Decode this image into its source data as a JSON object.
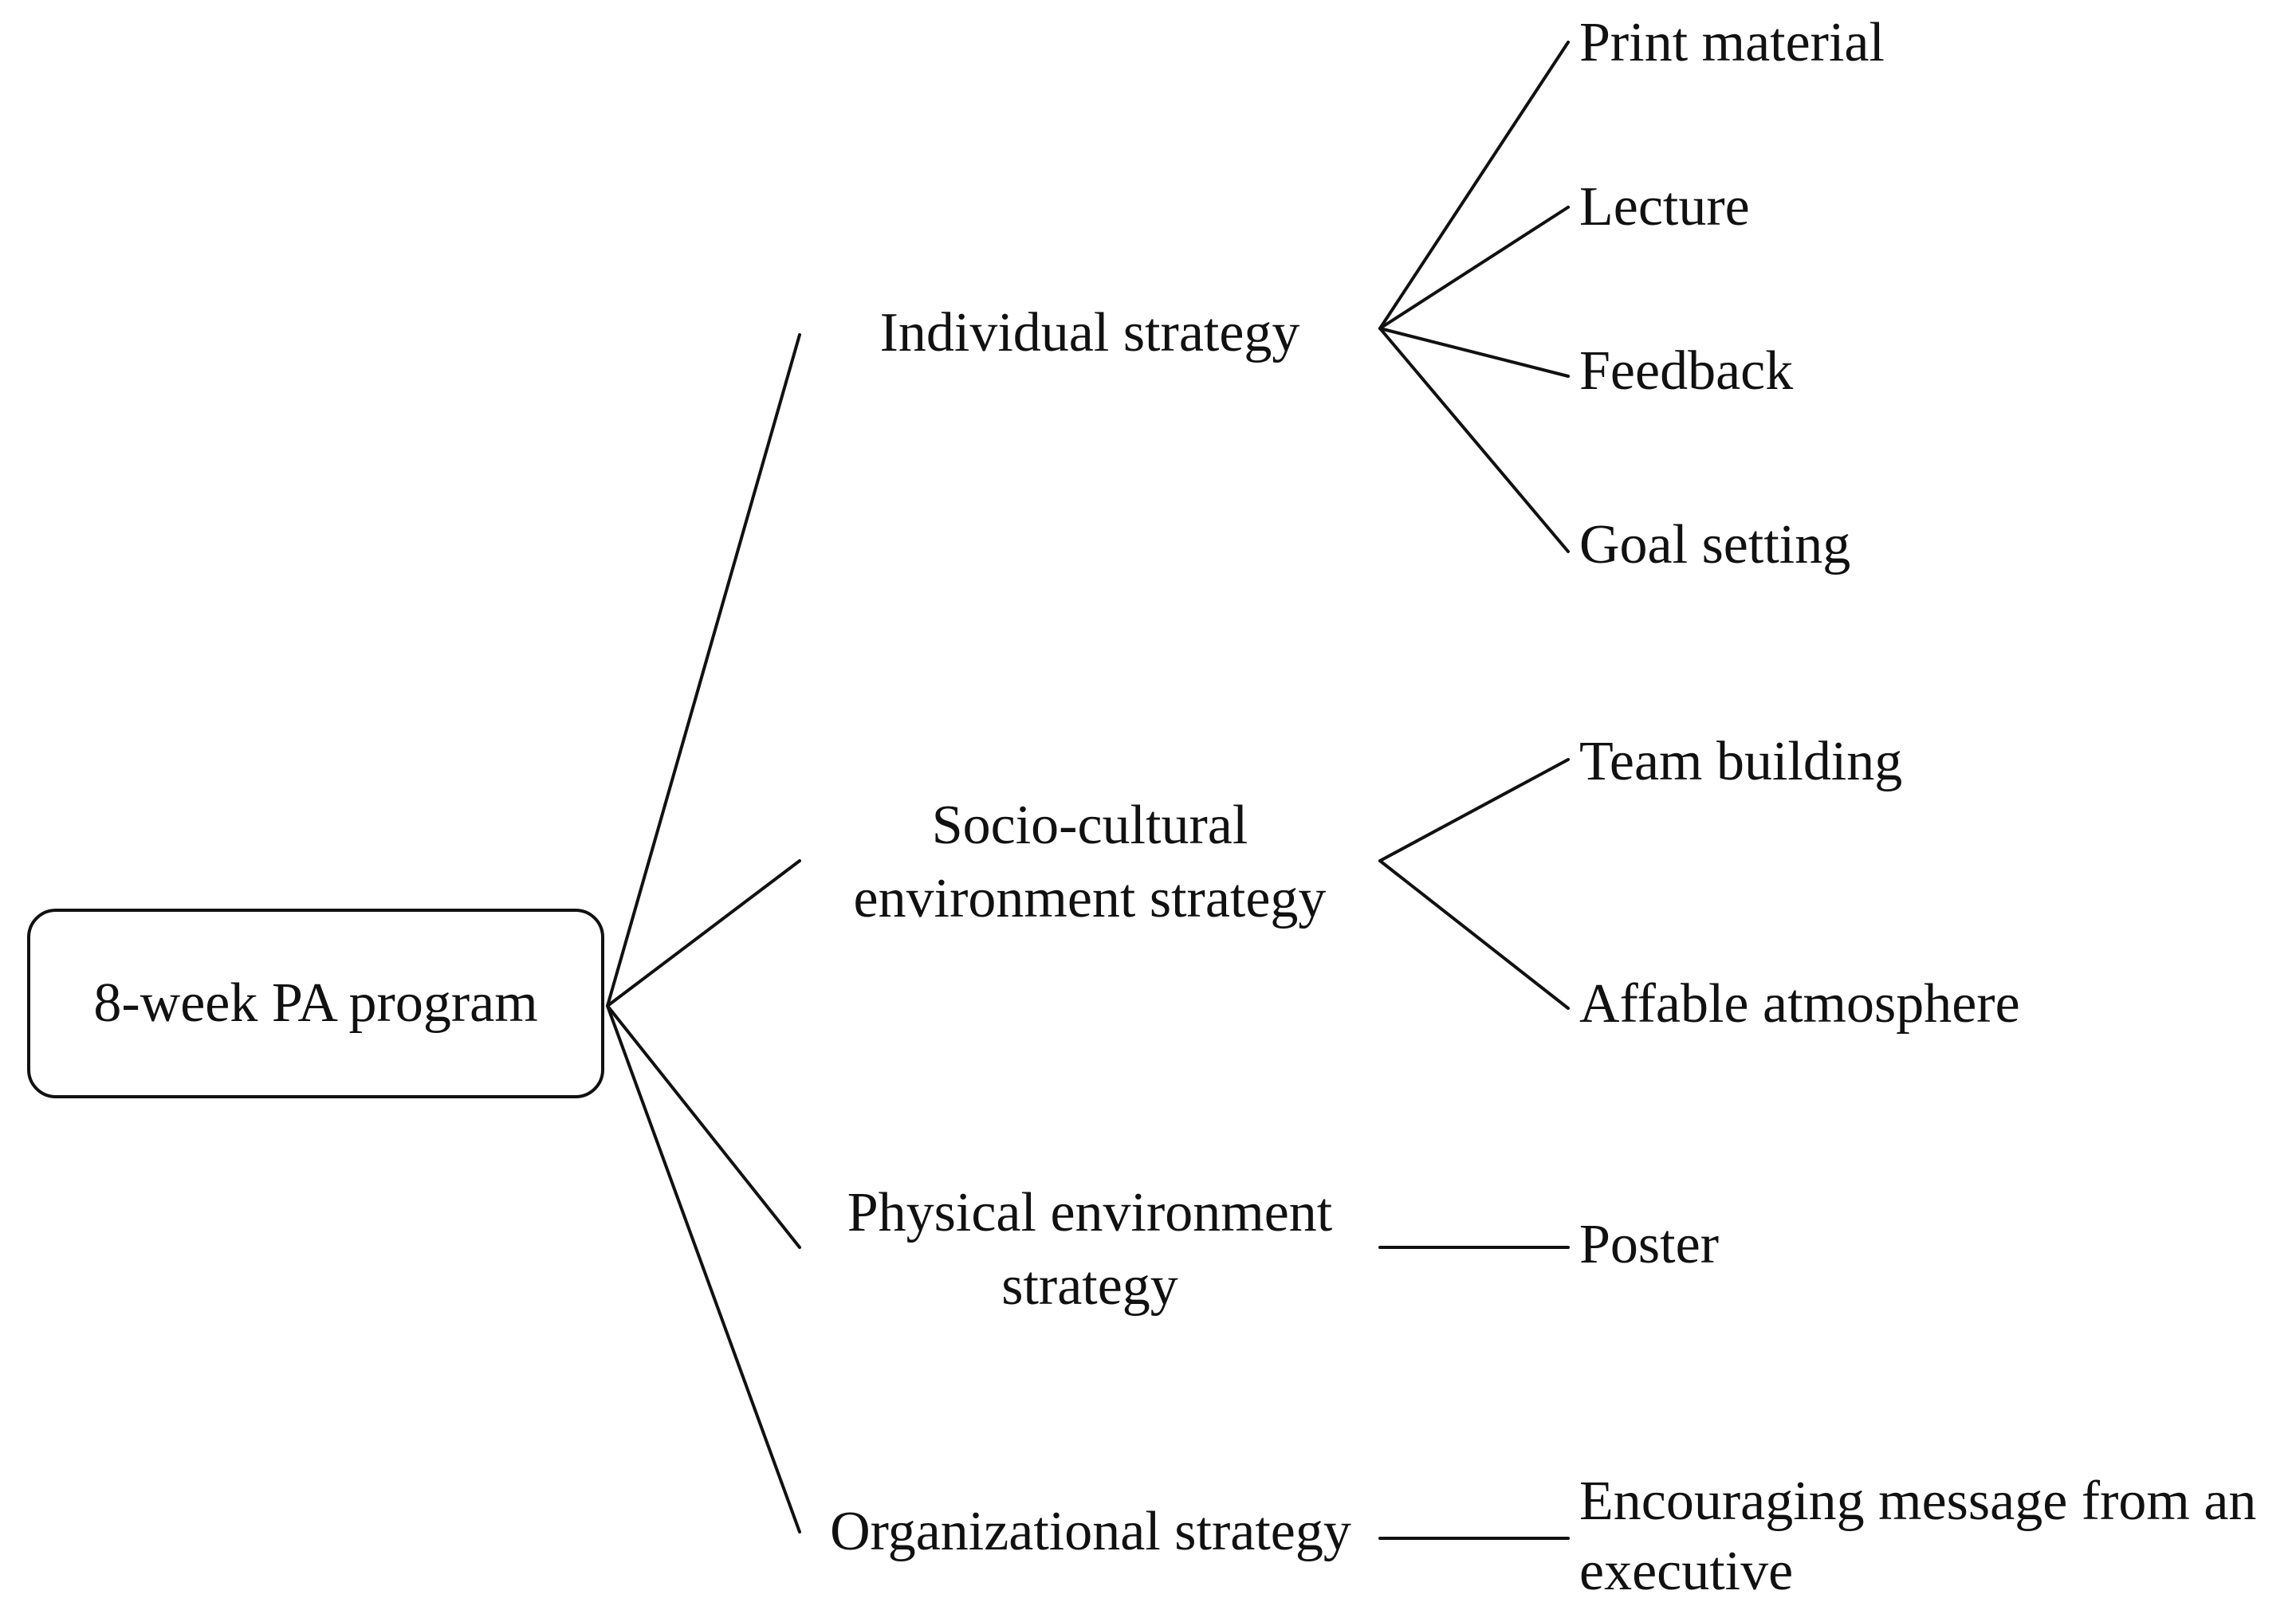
{
  "root": {
    "label": "8-week PA program"
  },
  "strategies": [
    {
      "lines": [
        "Individual strategy"
      ],
      "items": [
        {
          "lines": [
            "Print material"
          ]
        },
        {
          "lines": [
            "Lecture"
          ]
        },
        {
          "lines": [
            "Feedback"
          ]
        },
        {
          "lines": [
            "Goal setting"
          ]
        }
      ]
    },
    {
      "lines": [
        "Socio-cultural",
        "environment strategy"
      ],
      "items": [
        {
          "lines": [
            "Team building"
          ]
        },
        {
          "lines": [
            "Affable atmosphere"
          ]
        }
      ]
    },
    {
      "lines": [
        "Physical environment",
        "strategy"
      ],
      "items": [
        {
          "lines": [
            "Poster"
          ]
        }
      ]
    },
    {
      "lines": [
        "Organizational strategy"
      ],
      "items": [
        {
          "lines": [
            "Encouraging message from an",
            "executive"
          ]
        }
      ]
    }
  ]
}
